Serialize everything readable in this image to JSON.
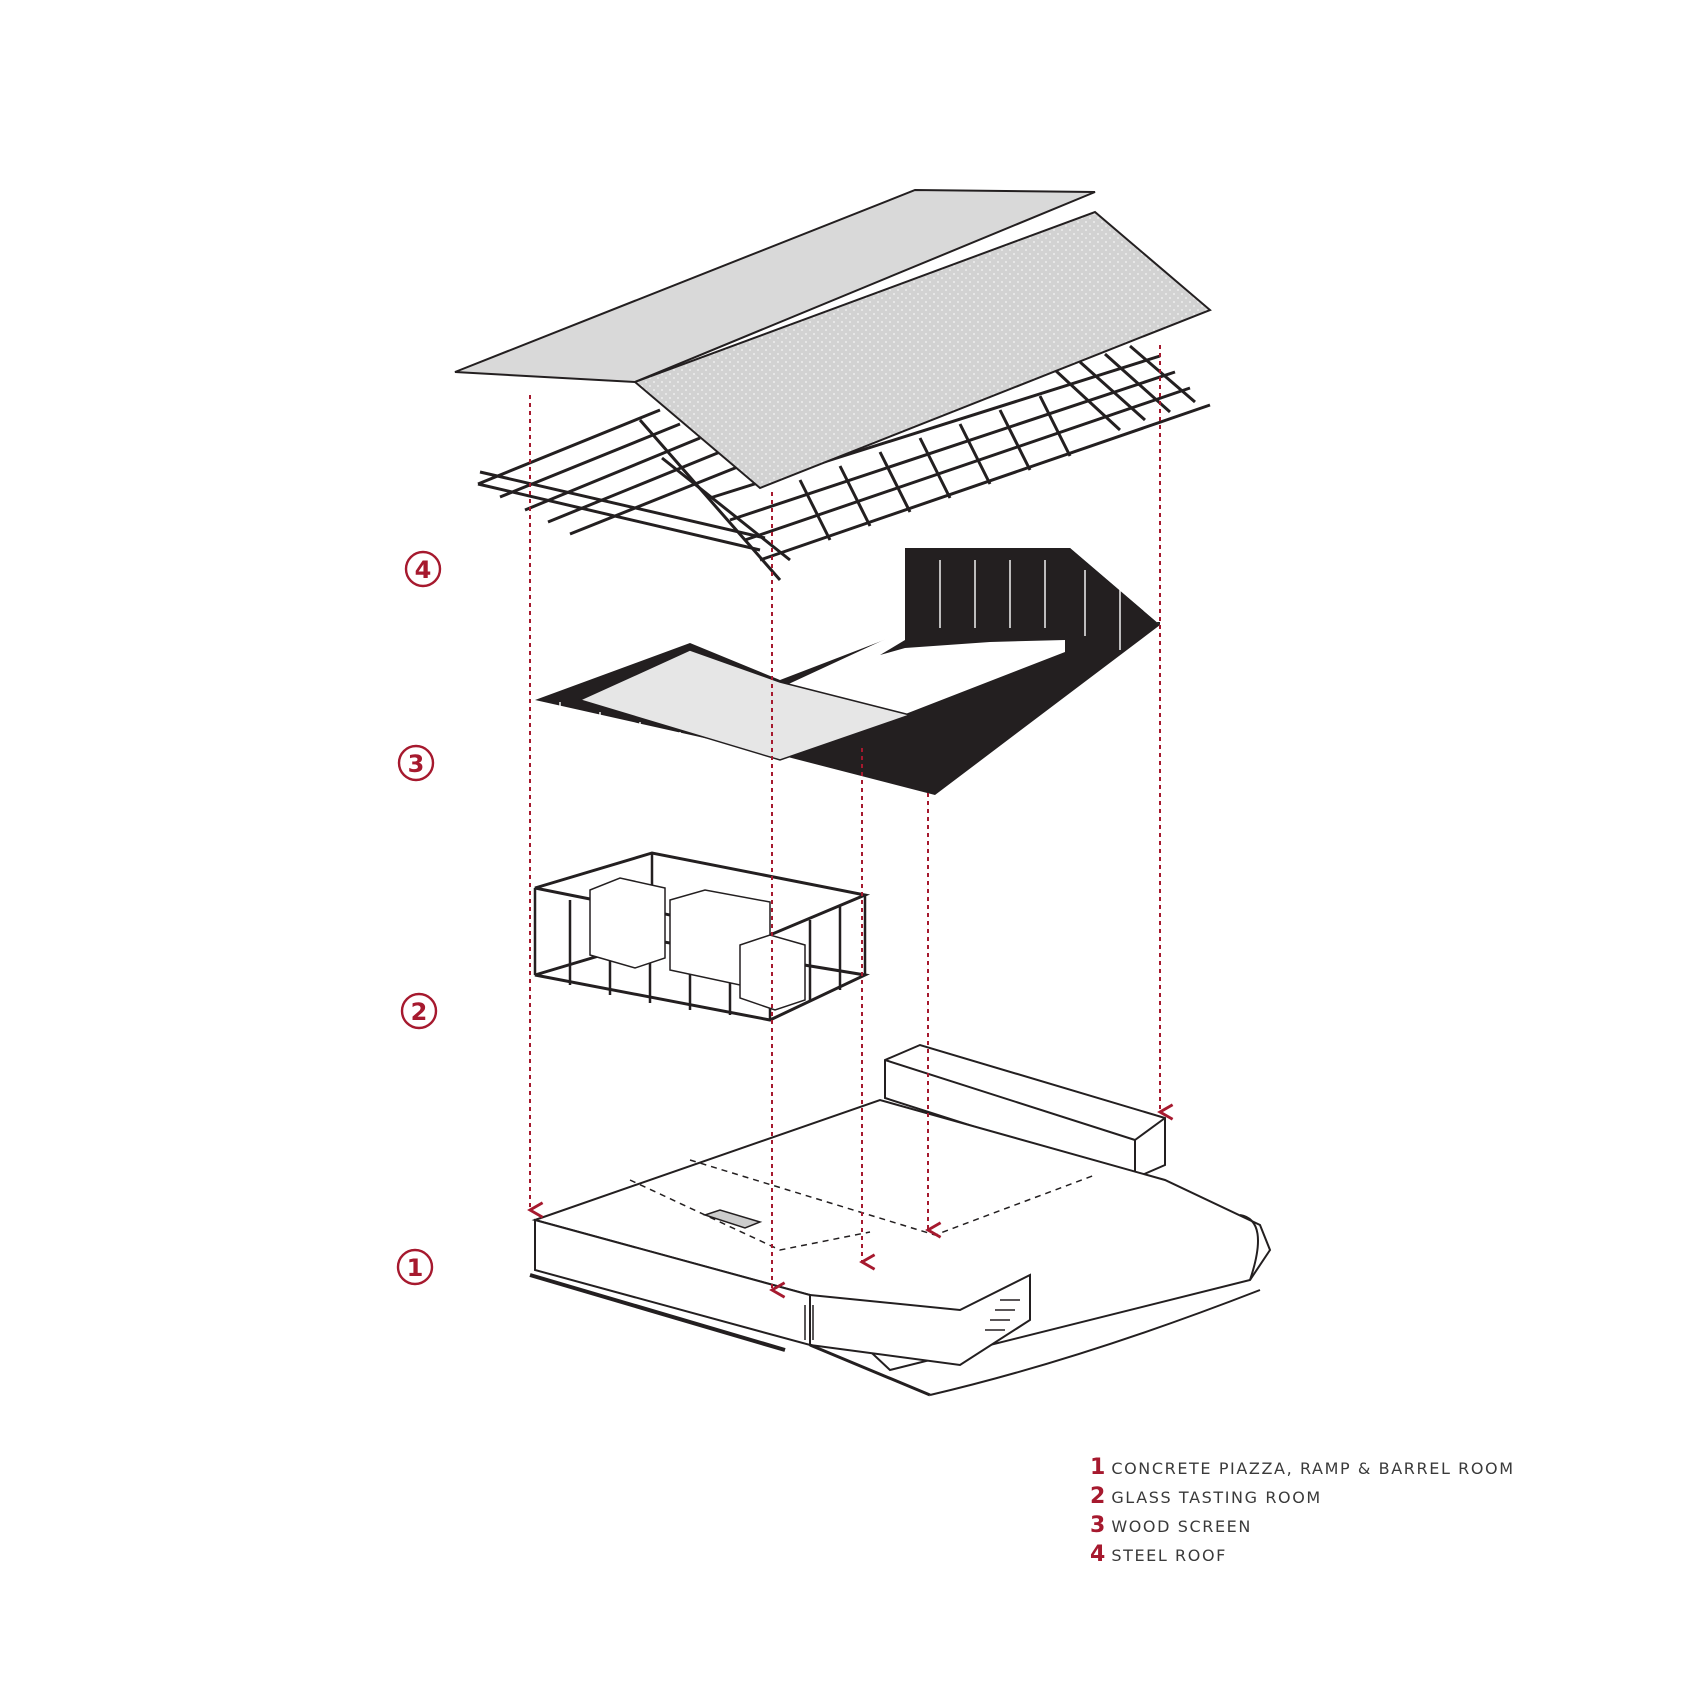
{
  "colors": {
    "accent": "#a6192e",
    "ink": "#231f20",
    "panel": "#d6d6d6",
    "panel_light": "#ebebeb"
  },
  "layers": [
    {
      "id": "4",
      "label": "STEEL ROOF"
    },
    {
      "id": "3",
      "label": "WOOD SCREEN"
    },
    {
      "id": "2",
      "label": "GLASS TASTING ROOM"
    },
    {
      "id": "1",
      "label": "CONCRETE PIAZZA, RAMP & BARREL ROOM"
    }
  ],
  "legend": [
    {
      "num": "1",
      "text": "CONCRETE PIAZZA, RAMP & BARREL ROOM"
    },
    {
      "num": "2",
      "text": "GLASS TASTING ROOM"
    },
    {
      "num": "3",
      "text": "WOOD SCREEN"
    },
    {
      "num": "4",
      "text": "STEEL ROOF"
    }
  ]
}
